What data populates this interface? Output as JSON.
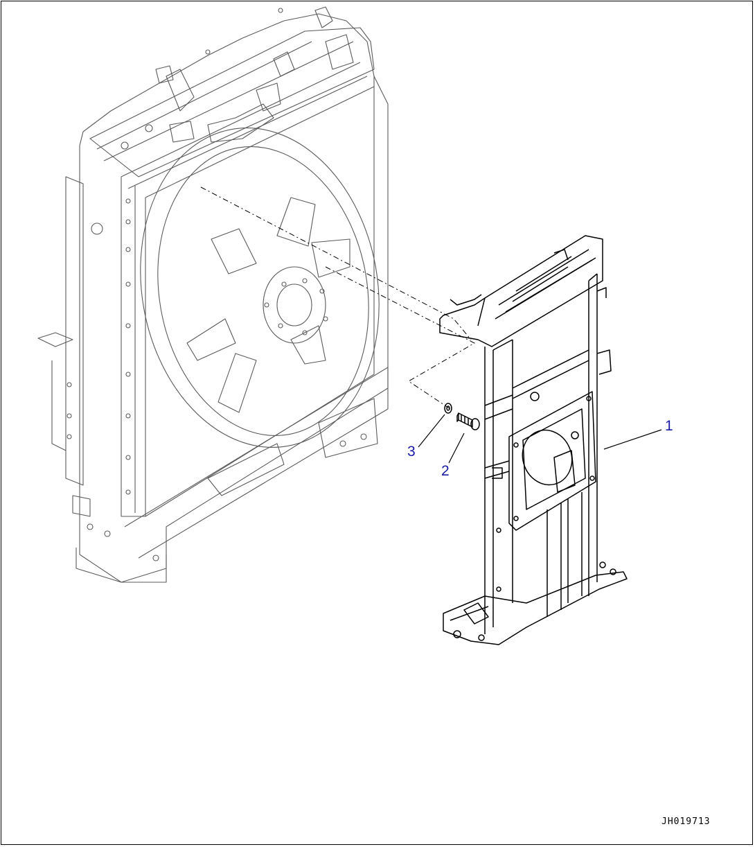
{
  "diagram": {
    "drawing_code": "JH019713",
    "colors": {
      "ink": "#000000",
      "ghost": "#5a5a5a",
      "callout": "#1a1aa8"
    },
    "callouts": [
      {
        "id": "callout-1",
        "label": "1",
        "part": "bracket"
      },
      {
        "id": "callout-2",
        "label": "2",
        "part": "bolt"
      },
      {
        "id": "callout-3",
        "label": "3",
        "part": "washer"
      }
    ]
  }
}
